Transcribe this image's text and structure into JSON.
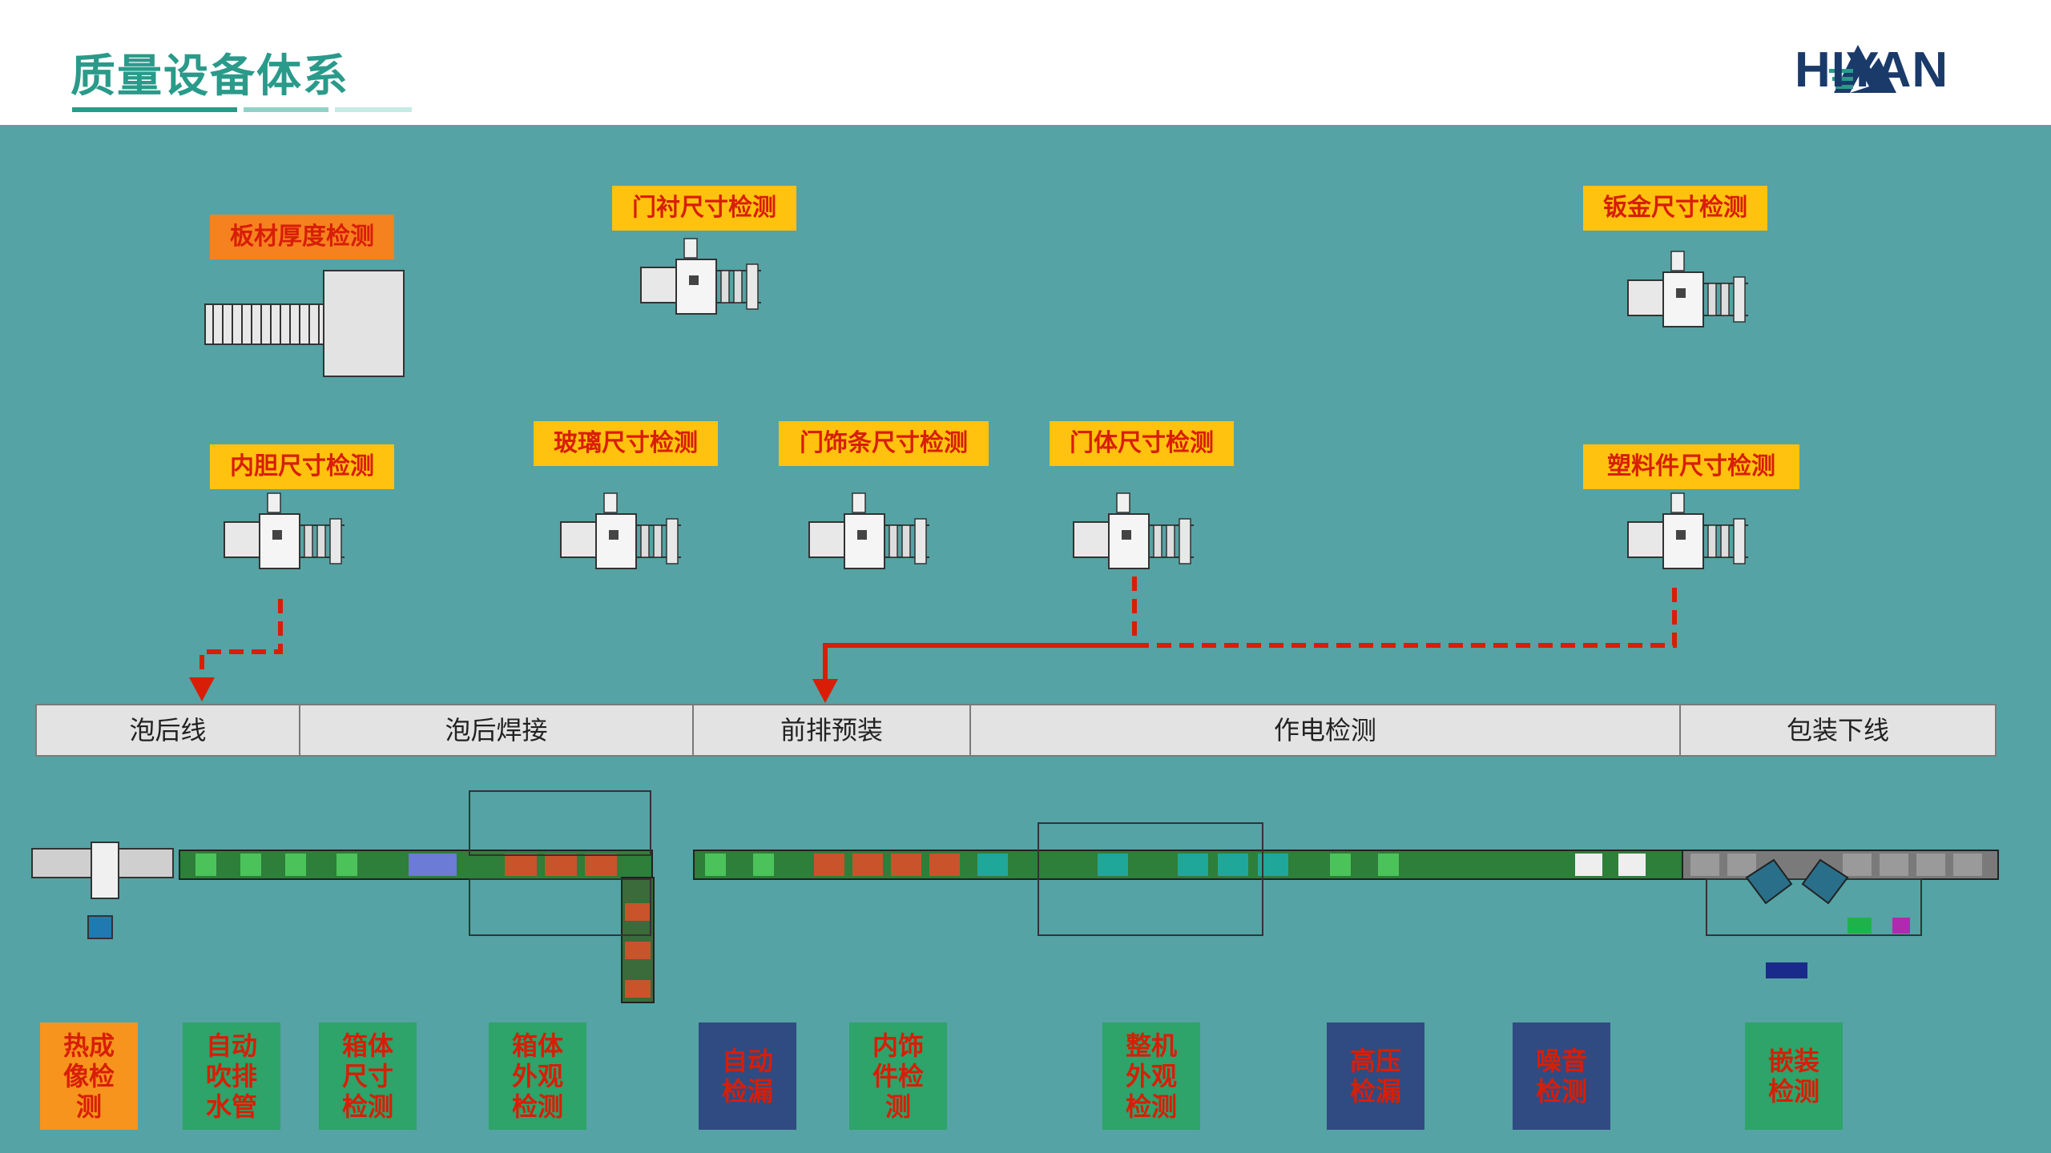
{
  "header": {
    "title": "质量设备体系",
    "logo_text": "HIYAN",
    "accent_color": "#2a9a8a"
  },
  "stations_top": [
    {
      "label": "板材厚度检测",
      "style": "orange"
    },
    {
      "label": "门衬尺寸检测",
      "style": "yellow"
    },
    {
      "label": "钣金尺寸检测",
      "style": "yellow"
    },
    {
      "label": "内胆尺寸检测",
      "style": "yellow"
    },
    {
      "label": "玻璃尺寸检测",
      "style": "yellow"
    },
    {
      "label": "门饰条尺寸检测",
      "style": "yellow"
    },
    {
      "label": "门体尺寸检测",
      "style": "yellow"
    },
    {
      "label": "塑料件尺寸检测",
      "style": "yellow"
    }
  ],
  "stages": [
    "泡后线",
    "泡后焊接",
    "前排预装",
    "作电检测",
    "包装下线"
  ],
  "inspection_boxes": [
    {
      "label": "热成\n像检\n测",
      "style": "orange"
    },
    {
      "label": "自动\n吹排\n水管",
      "style": "green"
    },
    {
      "label": "箱体\n尺寸\n检测",
      "style": "green"
    },
    {
      "label": "箱体\n外观\n检测",
      "style": "green"
    },
    {
      "label": "自动\n检漏",
      "style": "navy"
    },
    {
      "label": "内饰\n件检\n测",
      "style": "green"
    },
    {
      "label": "整机\n外观\n检测",
      "style": "green"
    },
    {
      "label": "高压\n检漏",
      "style": "navy"
    },
    {
      "label": "噪音\n检测",
      "style": "navy"
    },
    {
      "label": "嵌装\n检测",
      "style": "green"
    }
  ],
  "colors": {
    "background": "#55a3a4",
    "arrow": "#d81e06",
    "label_text": "#d81e06"
  }
}
